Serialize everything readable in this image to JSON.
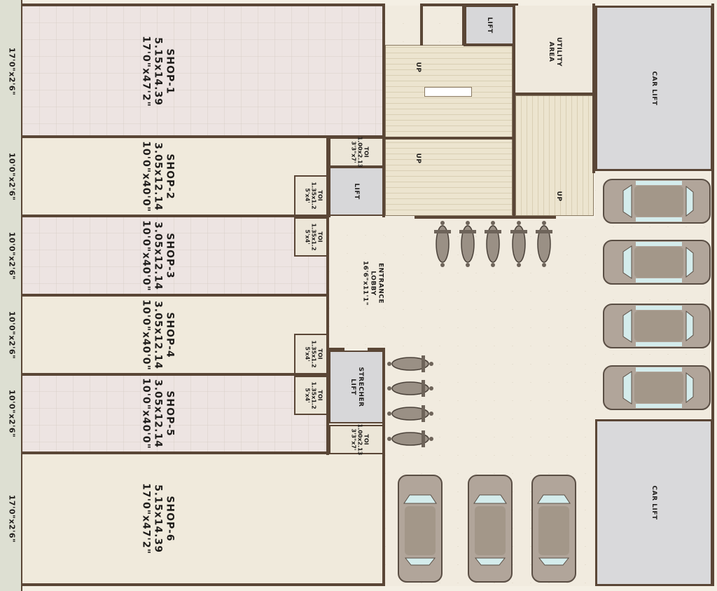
{
  "shops": [
    {
      "name": "SHOP-1",
      "metric": "5.15x14.39",
      "imperial": "17'0\"x47'2\"",
      "frontage": "17'0\"x2'6\""
    },
    {
      "name": "SHOP-2",
      "metric": "3.05x12.14",
      "imperial": "10'0\"x40'0\"",
      "frontage": "10'0\"x2'6\""
    },
    {
      "name": "SHOP-3",
      "metric": "3.05x12.14",
      "imperial": "10'0\"x40'0\"",
      "frontage": "10'0\"x2'6\""
    },
    {
      "name": "SHOP-4",
      "metric": "3.05x12.14",
      "imperial": "10'0\"x40'0\"",
      "frontage": "10'0\"x2'6\""
    },
    {
      "name": "SHOP-5",
      "metric": "3.05x12.14",
      "imperial": "10'0\"x40'0\"",
      "frontage": "10'0\"x2'6\""
    },
    {
      "name": "SHOP-6",
      "metric": "5.15x14.39",
      "imperial": "17'0\"x47'2\"",
      "frontage": "17'0\"x2'6\""
    }
  ],
  "toilets": [
    {
      "name": "TOI",
      "metric": "1.00x2.13",
      "imperial": "3'3\"x7'"
    },
    {
      "name": "TOI",
      "metric": "1.35x1.2",
      "imperial": "5'x4'"
    },
    {
      "name": "TOI",
      "metric": "1.35x1.2",
      "imperial": "5'x4'"
    },
    {
      "name": "TOI",
      "metric": "1.35x1.2",
      "imperial": "5'x4'"
    },
    {
      "name": "TOI",
      "metric": "1.35x1.2",
      "imperial": "5'x4'"
    },
    {
      "name": "TOI",
      "metric": "1.00x2.13",
      "imperial": "3'3\"x7'"
    }
  ],
  "rooms": {
    "lift_top": "LIFT",
    "lift_mid": "LIFT",
    "utility": [
      "UTILITY",
      "AREA"
    ],
    "car_lift_top": "CAR LIFT",
    "car_lift_bottom": "CAR LIFT",
    "entrance": [
      "ENTRANCE",
      "LOBBY",
      "16'6\"x11'1\""
    ],
    "stretcher_lift": [
      "STRECHER",
      "LIFT"
    ],
    "stair_up_1": "UP",
    "stair_up_2": "UP",
    "stair_up_3": "UP"
  },
  "colors": {
    "wall": "#5a4636",
    "shop_pink": "#ede4e2",
    "shop_cream": "#f0eadc",
    "lift": "#d7d7d9",
    "car_body": "#b1a59a",
    "car_glass": "#d4ecec"
  }
}
